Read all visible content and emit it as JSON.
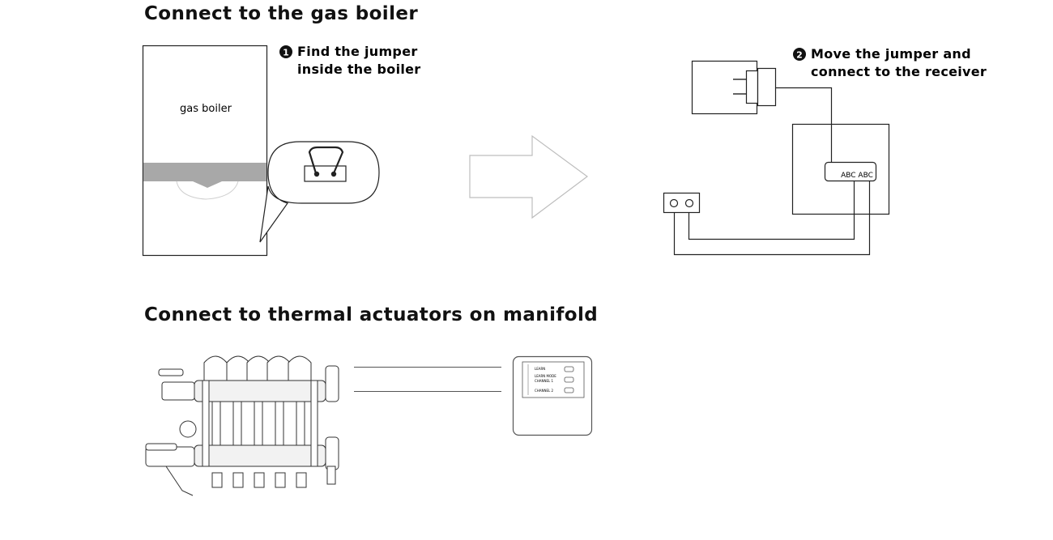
{
  "headings": {
    "gas_boiler": "Connect to the gas boiler",
    "manifold": "Connect to thermal actuators on manifold"
  },
  "step1": {
    "number": "1",
    "line1": "Find the jumper",
    "line2": "inside the boiler"
  },
  "step2": {
    "number": "2",
    "line1": "Move the jumper and",
    "line2": "connect to the receiver"
  },
  "boiler": {
    "label": "gas boiler"
  },
  "receiver": {
    "terminal_label": "ABC ABC"
  },
  "manifold_receiver": {
    "rows": [
      "LEARN",
      "LEARN MODE",
      "CHANNEL 1",
      "CHANNEL 2"
    ]
  },
  "icons": [
    "boiler-icon",
    "jumper-icon",
    "arrow-right-icon",
    "plug-adapter-icon",
    "receiver-icon",
    "terminal-block-icon",
    "manifold-icon",
    "wall-receiver-icon"
  ]
}
